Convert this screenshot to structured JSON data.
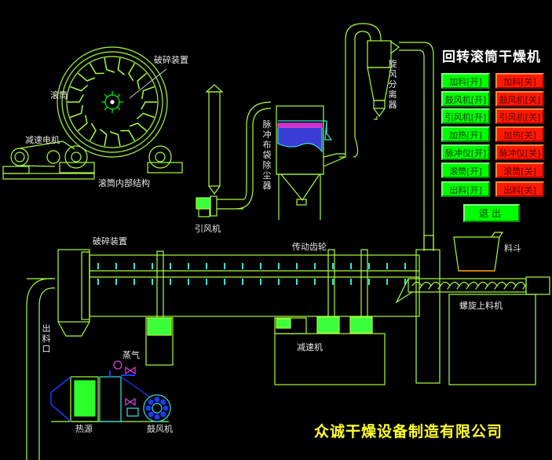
{
  "title": "回转滚筒干燥机",
  "company": "众诚干燥设备制造有限公司",
  "controls": {
    "on_buttons": [
      {
        "label": "加料[开]",
        "name": "feed-on"
      },
      {
        "label": "鼓风机[开]",
        "name": "blower-on"
      },
      {
        "label": "引风机[开]",
        "name": "induced-fan-on"
      },
      {
        "label": "加热[开]",
        "name": "heating-on"
      },
      {
        "label": "脉冲仪[开]",
        "name": "pulse-on"
      },
      {
        "label": "滚筒[开]",
        "name": "drum-on"
      },
      {
        "label": "出料[开]",
        "name": "discharge-on"
      }
    ],
    "off_buttons": [
      {
        "label": "加料[关]",
        "name": "feed-off"
      },
      {
        "label": "鼓风机[关]",
        "name": "blower-off"
      },
      {
        "label": "引风机[关]",
        "name": "induced-fan-off"
      },
      {
        "label": "加热[关]",
        "name": "heating-off"
      },
      {
        "label": "脉冲仪[关]",
        "name": "pulse-off"
      },
      {
        "label": "滚筒[关]",
        "name": "drum-off"
      },
      {
        "label": "出料[关]",
        "name": "discharge-off"
      }
    ],
    "exit_label": "退出"
  },
  "labels": {
    "crusher_top": "破碎装置",
    "drum": "滚筒",
    "reducer_motor": "减速电机",
    "drum_internal": "滚筒内部结构",
    "induced_fan": "引风机",
    "pulse_dust_collector": "脉冲布袋除尘器",
    "cyclone": "旋风分离器",
    "crusher_main": "破碎装置",
    "drive_gear": "传动齿轮",
    "hopper": "料斗",
    "screw_feeder": "螺旋上料机",
    "outlet": "出料口",
    "reducer": "减速机",
    "steam": "蒸气",
    "heat_source": "热源",
    "blower": "鼓风机"
  },
  "colors": {
    "line": "#a8ff3e",
    "bright_green": "#00ff00",
    "cyan": "#33e6e6",
    "magenta": "#e040e0",
    "blue": "#1a3aff",
    "on_button": "#00ff00",
    "off_button": "#ff1a00",
    "company_text": "#ffff2a",
    "hopper_line": "#ff8a00"
  }
}
